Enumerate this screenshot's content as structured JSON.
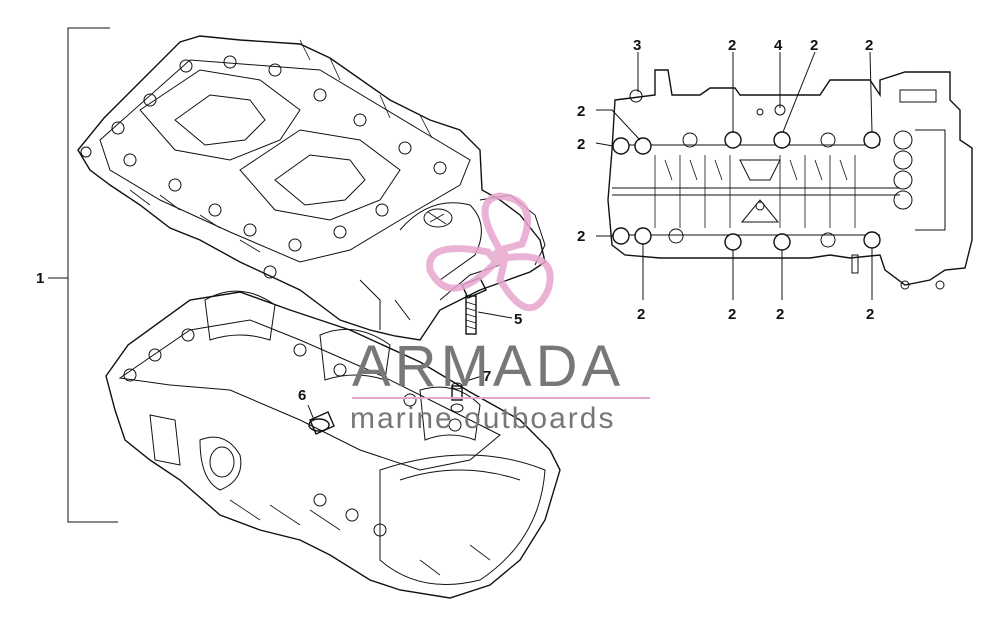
{
  "diagram": {
    "callouts": {
      "c1": "1",
      "c2": "2",
      "c3": "3",
      "c4": "4",
      "c5": "5",
      "c6": "6",
      "c7": "7"
    }
  },
  "watermark": {
    "title": "ARMADA",
    "subtitle": "marine outboards",
    "colors": {
      "logo": "#e7a6cf",
      "text": "#7a7a7a",
      "line": "#e7a6cf"
    }
  }
}
